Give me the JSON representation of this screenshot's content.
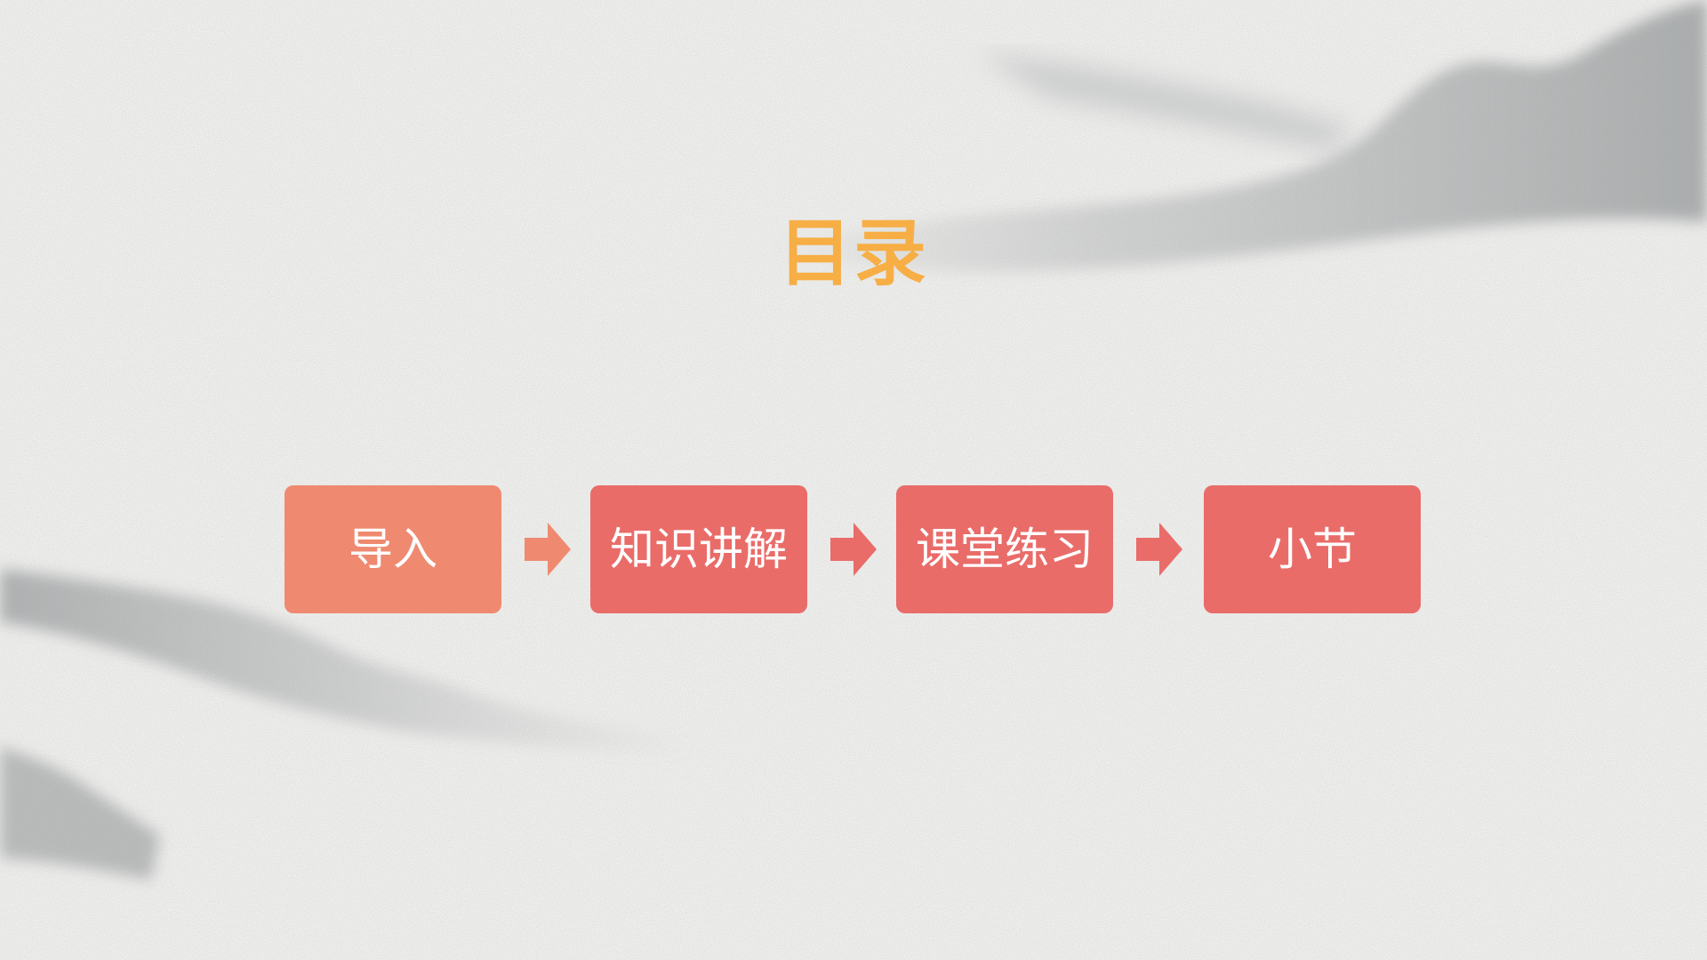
{
  "title": "目录",
  "steps": [
    {
      "label": "导入",
      "color": "#ef8a70"
    },
    {
      "label": "知识讲解",
      "color": "#e96c69"
    },
    {
      "label": "课堂练习",
      "color": "#e96c69"
    },
    {
      "label": "小节",
      "color": "#e96c69"
    }
  ],
  "colors": {
    "title": "#f7ae45",
    "arrow_first": "#ef8a70",
    "arrow": "#e96c69",
    "background": "#efefed",
    "ink": "#9a9d9f"
  },
  "icons": {
    "connector": "right-arrow-icon"
  }
}
